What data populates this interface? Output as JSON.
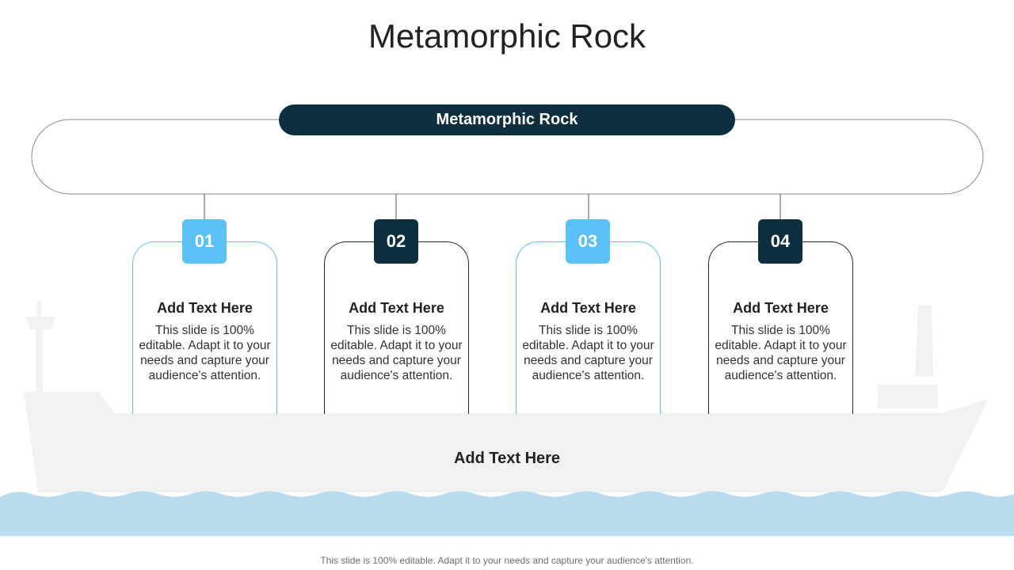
{
  "slide": {
    "title": "Metamorphic Rock",
    "header_label": "Metamorphic Rock",
    "ship_label": "Add Text Here",
    "footer": "This slide is 100% editable. Adapt it to your needs and capture your audience's attention."
  },
  "cards": [
    {
      "number": "01",
      "heading": "Add Text Here",
      "body": "This slide is 100% editable. Adapt it to your needs and capture your audience's attention."
    },
    {
      "number": "02",
      "heading": "Add Text Here",
      "body": "This slide is 100% editable. Adapt it to your needs and capture your audience's attention."
    },
    {
      "number": "03",
      "heading": "Add Text Here",
      "body": "This slide is 100% editable. Adapt it to your needs and capture your audience's attention."
    },
    {
      "number": "04",
      "heading": "Add Text Here",
      "body": "This slide is 100% editable. Adapt it to your needs and capture your audience's attention."
    }
  ],
  "colors": {
    "navy": "#0e2f40",
    "light_blue": "#5bc1f7",
    "ship_gray": "#f2f2f2",
    "water": "#b9dcee"
  }
}
